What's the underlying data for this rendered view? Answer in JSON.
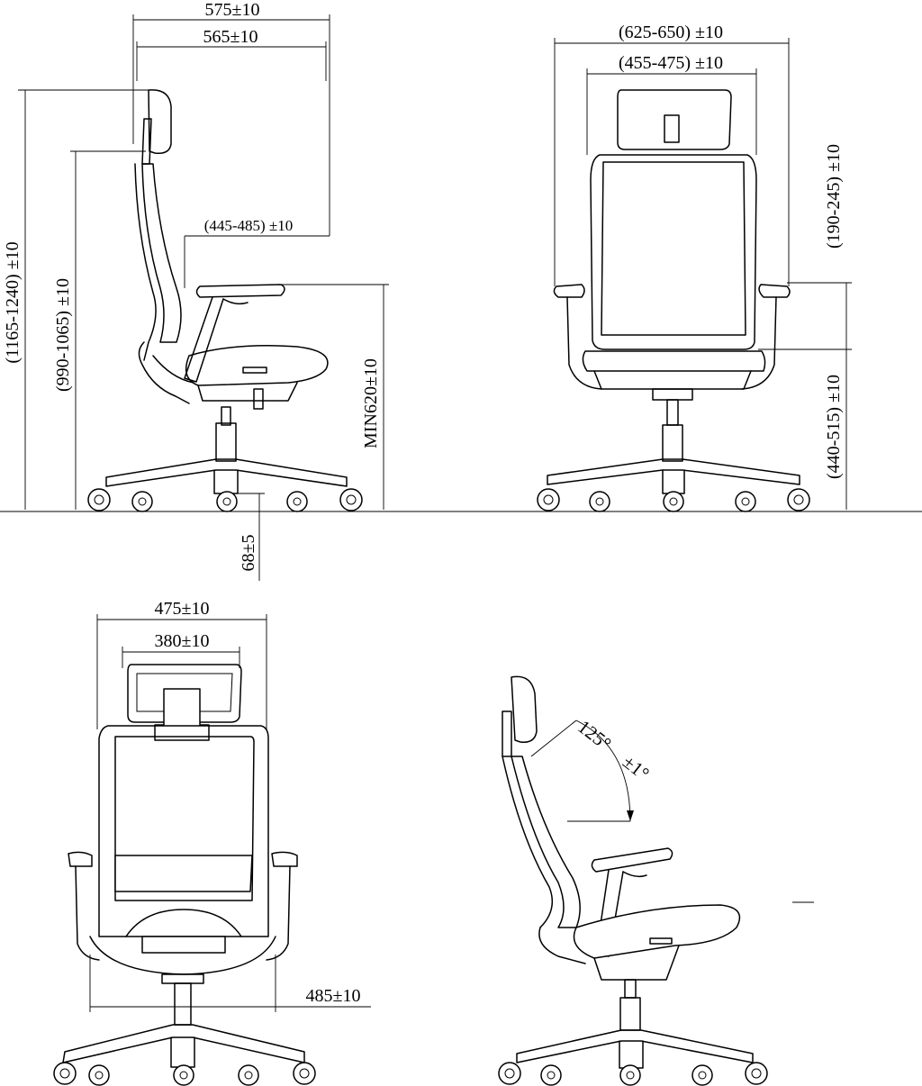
{
  "diagram": {
    "side_view": {
      "overall_depth": "575±10",
      "seat_depth": "565±10",
      "seat_to_back_adjust": "(445-485) ±10",
      "total_height": "(1165-1240) ±10",
      "backrest_height": "(990-1065) ±10",
      "min_seat_height": "MIN620±10",
      "caster_height": "68±5"
    },
    "front_view": {
      "overall_width": "(625-650) ±10",
      "inner_width": "(455-475) ±10",
      "armrest_height": "(190-245) ±10",
      "seat_height": "(440-515) ±10"
    },
    "back_view": {
      "backrest_width": "475±10",
      "headrest_width": "380±10",
      "base_width": "485±10"
    },
    "recline_view": {
      "recline_angle": "125°",
      "recline_tolerance": "±1°"
    }
  }
}
